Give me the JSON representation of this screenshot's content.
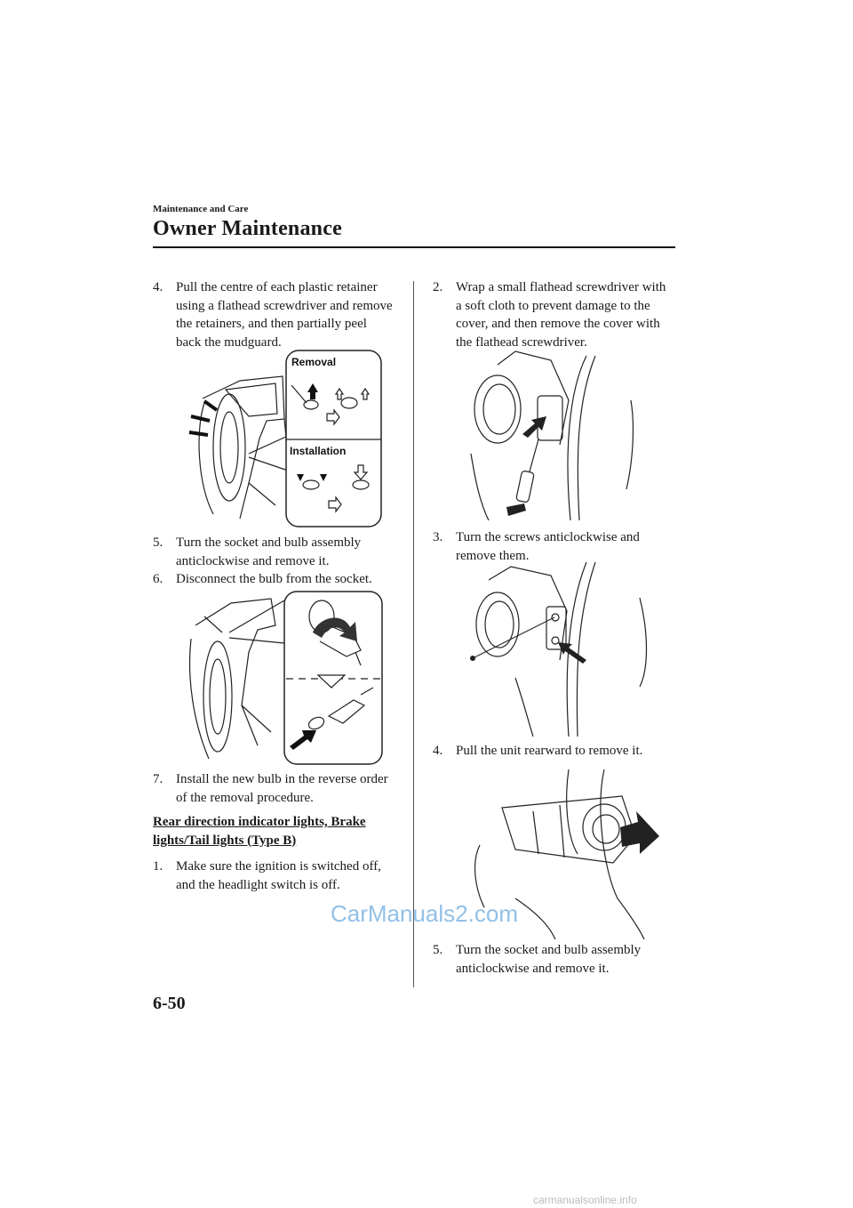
{
  "header": {
    "section": "Maintenance and Care",
    "title": "Owner Maintenance"
  },
  "left_column": {
    "step4": {
      "num": "4.",
      "text": "Pull the centre of each plastic retainer using a flathead screwdriver and remove the retainers, and then partially peel back the mudguard."
    },
    "fig1": {
      "label_removal": "Removal",
      "label_installation": "Installation"
    },
    "step5": {
      "num": "5.",
      "text": "Turn the socket and bulb assembly anticlockwise and remove it."
    },
    "step6": {
      "num": "6.",
      "text": "Disconnect the bulb from the socket."
    },
    "step7": {
      "num": "7.",
      "text": "Install the new bulb in the reverse order of the removal procedure."
    },
    "heading": "Rear direction indicator lights, Brake lights/Tail lights (Type B)",
    "step1": {
      "num": "1.",
      "text": "Make sure the ignition is switched off, and the headlight switch is off."
    }
  },
  "right_column": {
    "step2": {
      "num": "2.",
      "text": "Wrap a small flathead screwdriver with a soft cloth to prevent damage to the cover, and then remove the cover with the flathead screwdriver."
    },
    "step3": {
      "num": "3.",
      "text": "Turn the screws anticlockwise and remove them."
    },
    "step4": {
      "num": "4.",
      "text": "Pull the unit rearward to remove it."
    },
    "step5": {
      "num": "5.",
      "text": "Turn the socket and bulb assembly anticlockwise and remove it."
    }
  },
  "page_number": "6-50",
  "watermark": "CarManuals2.com",
  "footer_watermark": "carmanualsonline.info"
}
